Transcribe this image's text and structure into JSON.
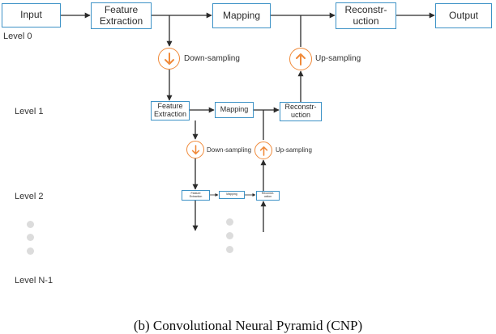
{
  "levels": {
    "l0": "Level 0",
    "l1": "Level 1",
    "l2": "Level 2",
    "lN": "Level N-1"
  },
  "level0": {
    "input": "Input",
    "feature_line1": "Feature",
    "feature_line2": "Extraction",
    "mapping": "Mapping",
    "recon_line1": "Reconstr-",
    "recon_line2": "uction",
    "output": "Output",
    "down": "Down-sampling",
    "up": "Up-sampling"
  },
  "level1": {
    "feature_line1": "Feature",
    "feature_line2": "Extraction",
    "mapping": "Mapping",
    "recon_line1": "Reconstr-",
    "recon_line2": "uction",
    "down": "Down-sampling",
    "up": "Up-sampling"
  },
  "level2": {
    "feature_line1": "Feature",
    "feature_line2": "Extraction",
    "mapping": "Mapping",
    "recon_line1": "Reconstr-",
    "recon_line2": "uction"
  },
  "caption": "(b)  Convolutional Neural Pyramid (CNP)",
  "colors": {
    "box_border": "#3d92c6",
    "sampling_circle": "#f08a3a",
    "arrow": "#2b2b2b",
    "ellipsis_dot": "#dcdcdc"
  },
  "icons": {
    "down": "arrow-down-icon",
    "up": "arrow-up-icon"
  }
}
